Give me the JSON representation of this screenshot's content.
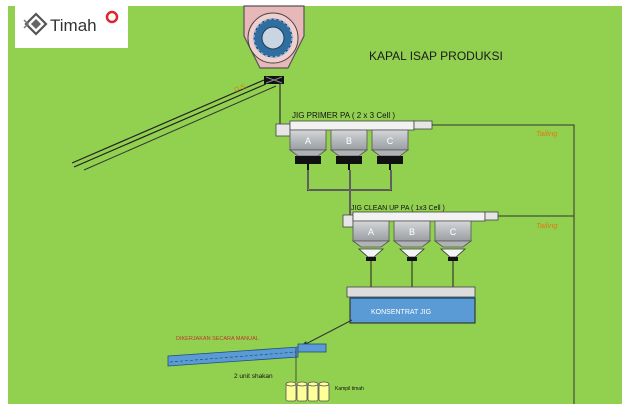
{
  "logo": {
    "text": "Timah"
  },
  "title": "KAPAL ISAP PRODUKSI",
  "labels": {
    "os": "O.S.",
    "jig_primer": "JIG PRIMER PA ( 2 x 3 Cell )",
    "jig_cleanup": "JIG CLEAN UP PA ( 1x3 Cell )",
    "tailing_1": "Tailing",
    "tailing_2": "Tailing",
    "konsentrat": "KONSENTRAT JIG",
    "manual": "DIKERJAKAN SECARA MANUAL",
    "shakan": "2 unit shakan",
    "kampil": "Kampil timah"
  },
  "cells_primer": [
    "A",
    "B",
    "C"
  ],
  "cells_cleanup": [
    "A",
    "B",
    "C"
  ],
  "colors": {
    "background": "#92d050",
    "frame": "#ffffff",
    "conveyor_blue": "#5b9bd5",
    "title": "#1a1a1a",
    "tailing": "#e07a10",
    "manual": "#c0392b",
    "kampil": "#ffff99",
    "logo_red": "#e0262b"
  },
  "icons": [
    "timah-logo-icon",
    "trommel-icon",
    "hopper-icon",
    "kampil-sack-icon"
  ]
}
